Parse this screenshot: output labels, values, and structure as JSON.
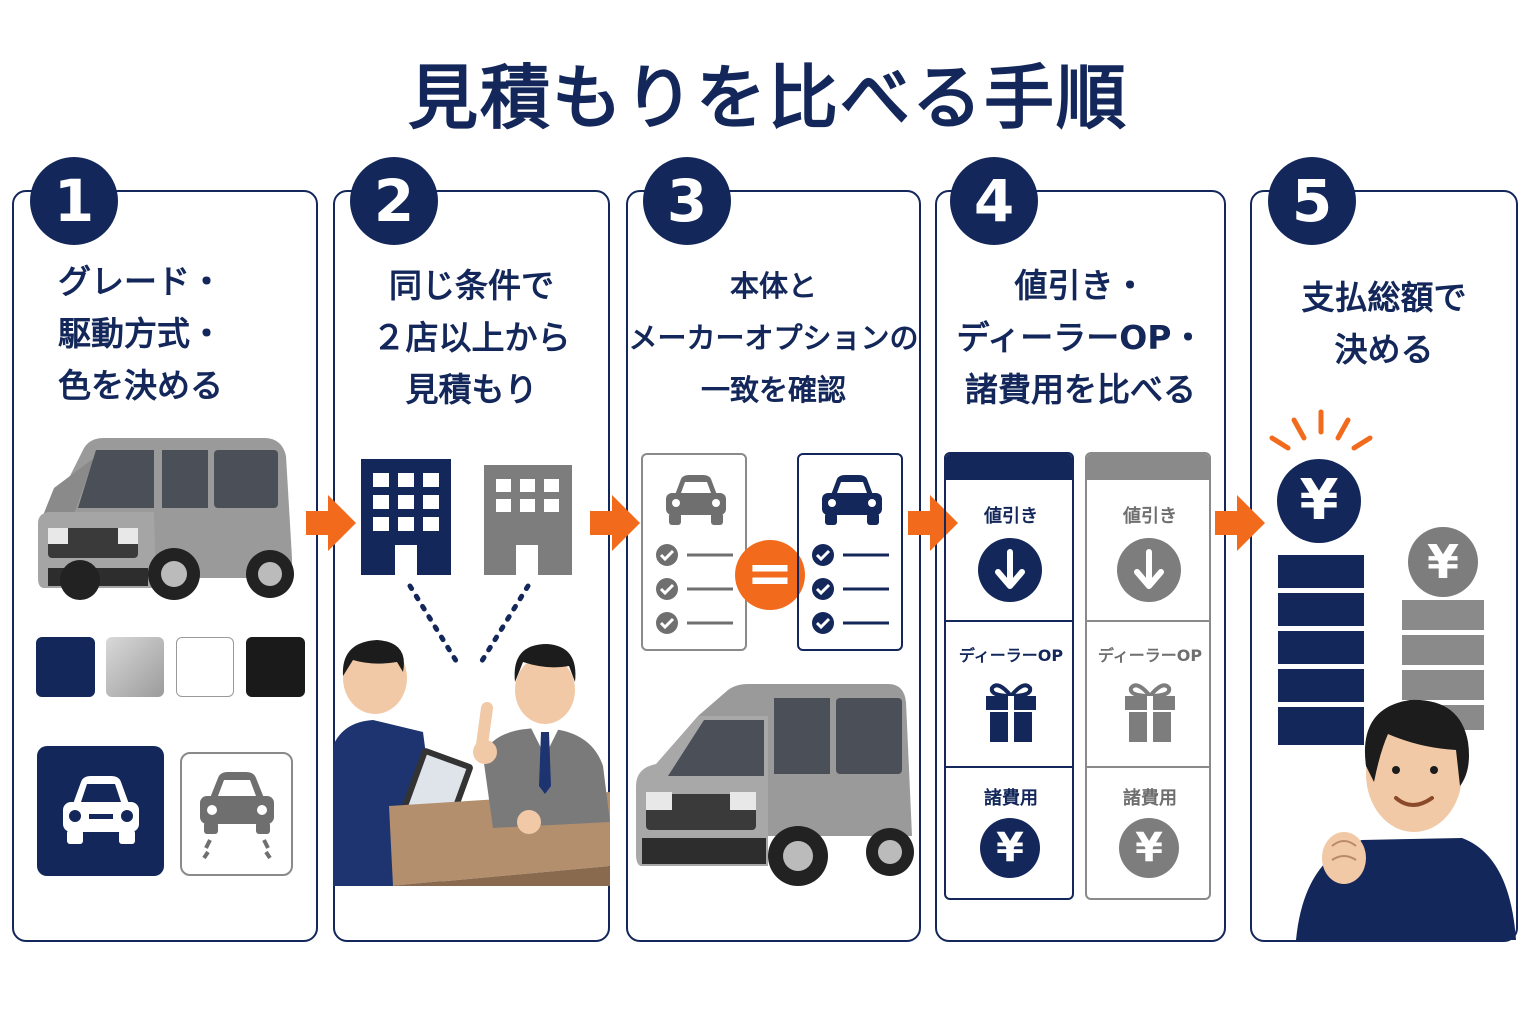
{
  "title": "見積もりを比べる手順",
  "colors": {
    "navy": "#13275a",
    "gray": "#8a8a8a",
    "orange": "#f26b1d",
    "silver": "#b9b9b9"
  },
  "steps": [
    {
      "number": "1",
      "heading": [
        "グレード・",
        "駆動方式・",
        "色を決める"
      ]
    },
    {
      "number": "2",
      "heading": [
        "同じ条件で",
        "２店以上から",
        "見積もり"
      ]
    },
    {
      "number": "3",
      "heading": [
        "本体と",
        "メーカーオプションの",
        "一致を確認"
      ]
    },
    {
      "number": "4",
      "heading": [
        "値引き・",
        "ディーラーOP・",
        "諸費用を比べる"
      ]
    },
    {
      "number": "5",
      "heading": [
        "支払総額で",
        "決める"
      ]
    }
  ],
  "step1": {
    "swatches": [
      "#13275a",
      "#b9b9b9",
      "#ffffff",
      "#1a1a1a"
    ]
  },
  "step3": {
    "equals": "="
  },
  "step4": {
    "rows": [
      "値引き",
      "ディーラーOP",
      "諸費用"
    ],
    "yen": "¥"
  },
  "step5": {
    "yen": "¥"
  }
}
